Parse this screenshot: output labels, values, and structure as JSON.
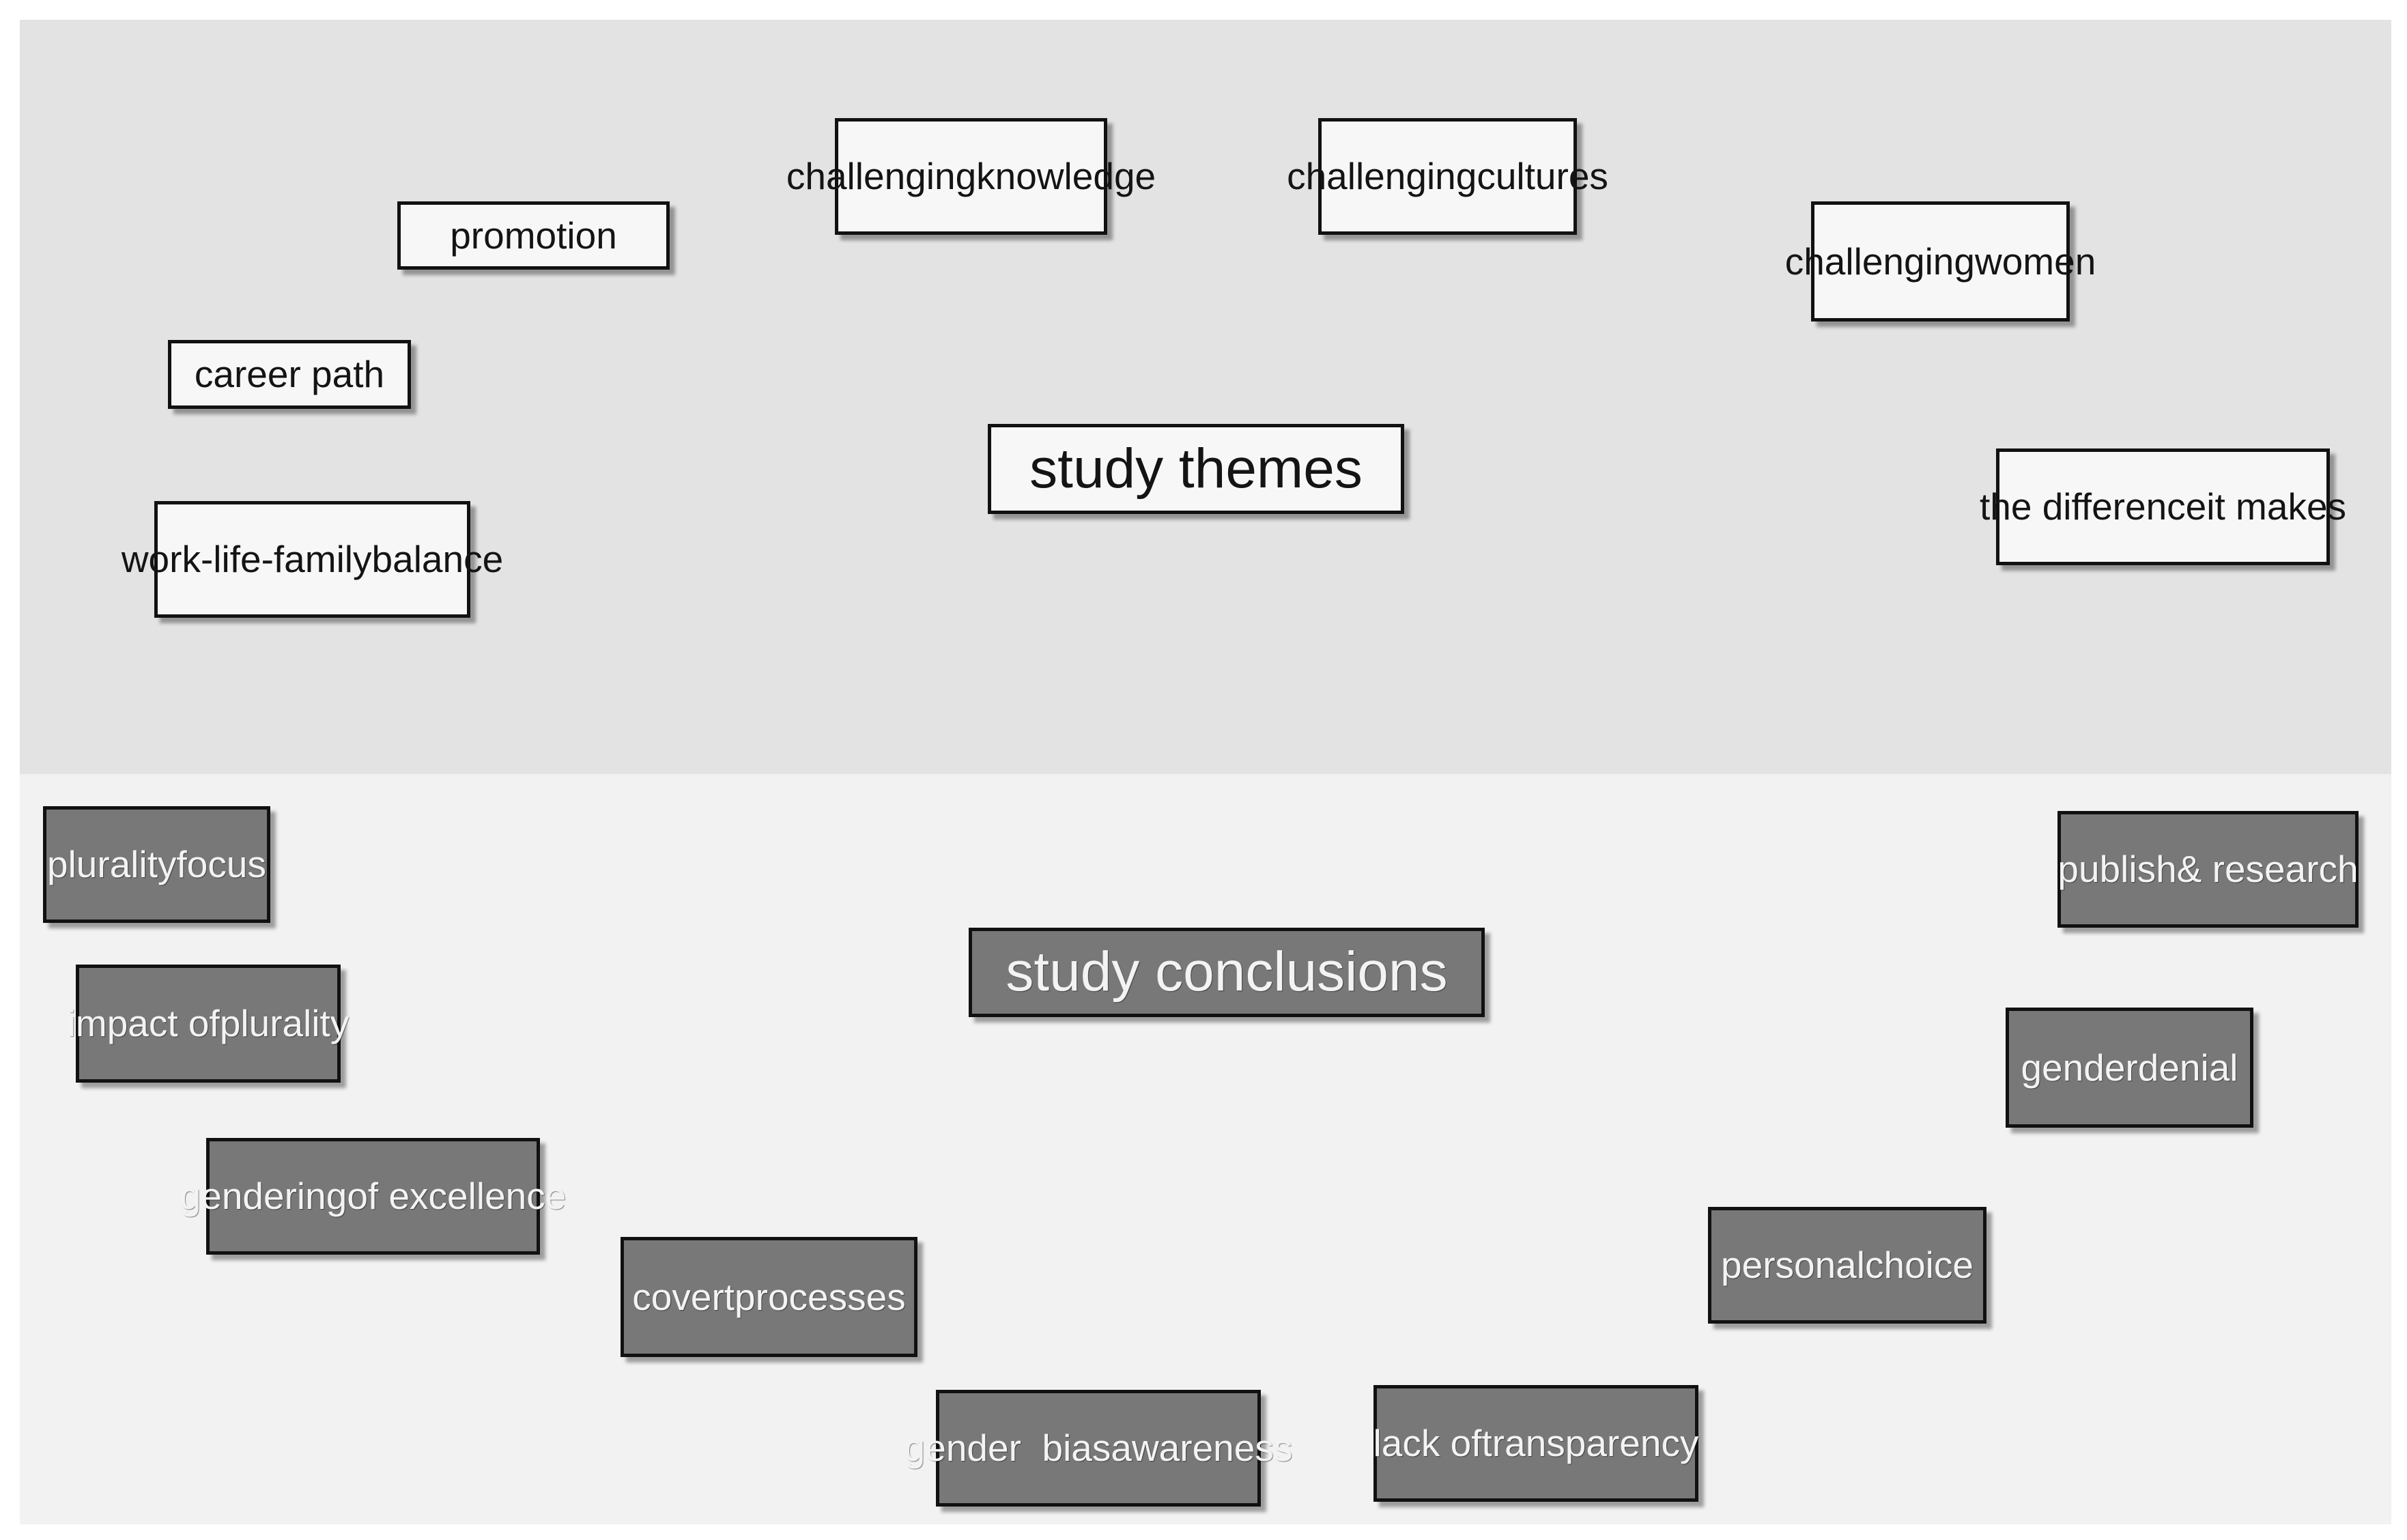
{
  "themes": {
    "center_label": "study themes",
    "items": [
      {
        "lines": [
          "challenging",
          "knowledge"
        ]
      },
      {
        "lines": [
          "challenging",
          "cultures"
        ]
      },
      {
        "lines": [
          "promotion"
        ]
      },
      {
        "lines": [
          "challenging",
          "women"
        ]
      },
      {
        "lines": [
          "career path"
        ]
      },
      {
        "lines": [
          "work-life-family",
          "balance"
        ]
      },
      {
        "lines": [
          "the difference",
          "it makes"
        ]
      }
    ]
  },
  "conclusions": {
    "center_label": "study conclusions",
    "items": [
      {
        "lines": [
          "plurality",
          "focus"
        ]
      },
      {
        "lines": [
          "publish",
          "& research"
        ]
      },
      {
        "lines": [
          "impact of",
          "plurality"
        ]
      },
      {
        "lines": [
          "gender",
          "denial"
        ]
      },
      {
        "lines": [
          "gendering",
          "of excellence"
        ]
      },
      {
        "lines": [
          "personal",
          "choice"
        ]
      },
      {
        "lines": [
          "covert",
          "processes"
        ]
      },
      {
        "lines": [
          "gender  bias",
          "awareness"
        ]
      },
      {
        "lines": [
          "lack of",
          "transparency"
        ]
      }
    ]
  },
  "colors": {
    "themes_panel_bg": "#e3e3e3",
    "conclusions_panel_bg": "#f2f2f2",
    "theme_box_bg": "#f7f7f7",
    "conclusion_box_bg": "#787878",
    "border": "#111111"
  }
}
